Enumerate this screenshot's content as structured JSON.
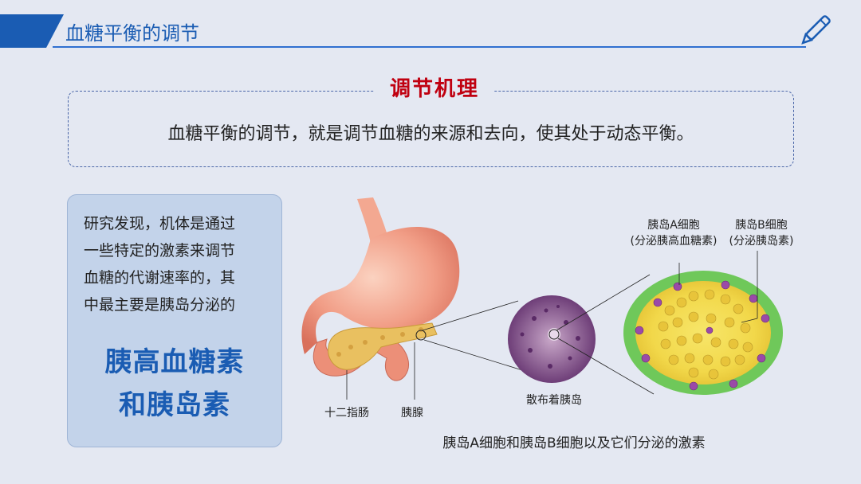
{
  "header": {
    "title": "血糖平衡的调节"
  },
  "icons": {
    "header_tab": "blue-tab-shape",
    "pen": "pen-icon"
  },
  "colors": {
    "accent": "#1a5cb3",
    "title_red": "#c00010",
    "panel": "#c3d3ea"
  },
  "mechanism": {
    "title": "调节机理",
    "text": "血糖平衡的调节，就是调节血糖的来源和去向，使其处于动态平衡。"
  },
  "left_panel": {
    "lines": [
      "研究发现，机体是通过",
      "一些特定的激素来调节",
      "血糖的代谢速率的，其",
      "中最主要是胰岛分泌的"
    ],
    "highlight": [
      "胰高血糖素",
      "和胰岛素"
    ]
  },
  "illustration": {
    "labels": {
      "a_cell": "胰岛A细胞",
      "a_cell_note": "(分泌胰高血糖素)",
      "b_cell": "胰岛B细胞",
      "b_cell_note": "(分泌胰岛素)",
      "duodenum": "十二指肠",
      "pancreas": "胰腺",
      "islets": "散布着胰岛"
    },
    "caption": "胰岛A细胞和胰岛B细胞以及它们分泌的激素"
  }
}
